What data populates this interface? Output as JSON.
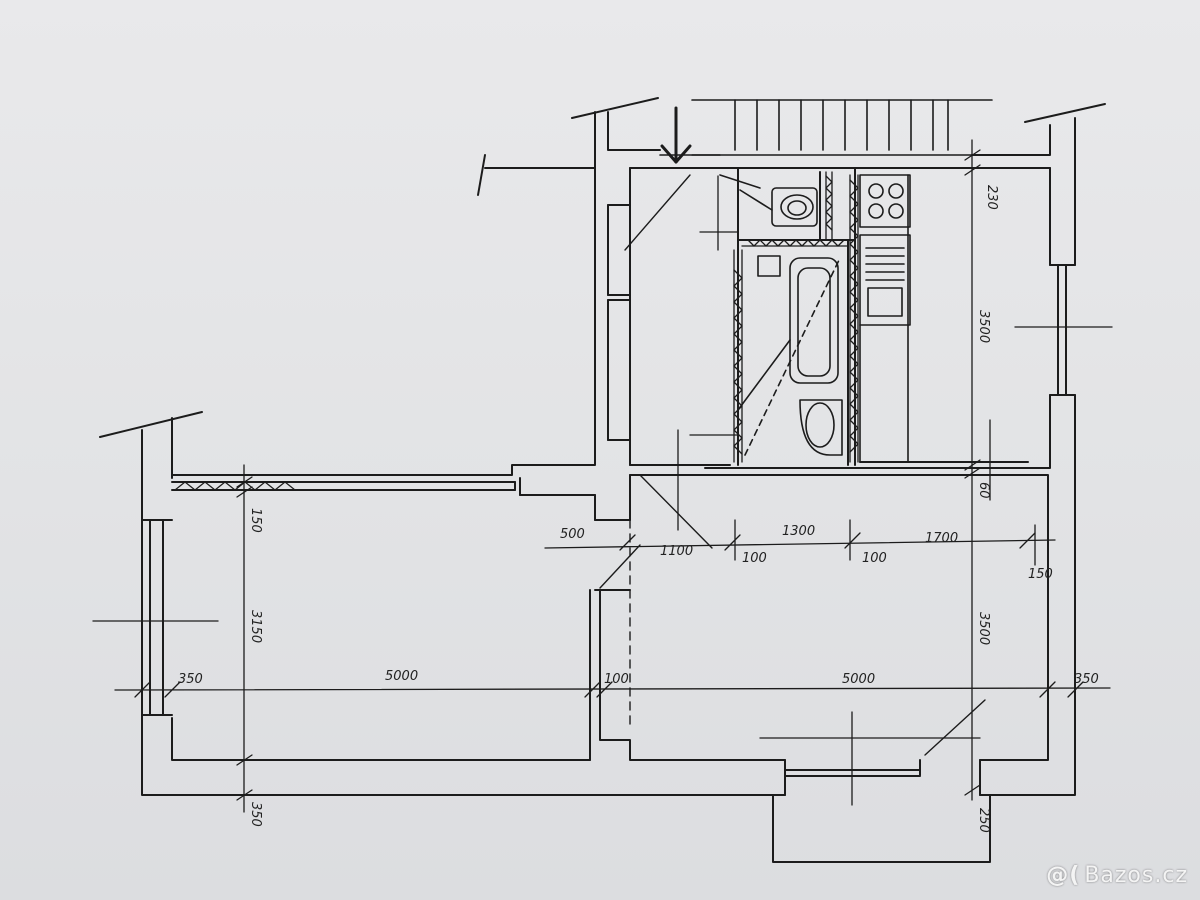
{
  "dimensions": {
    "d_230": "230",
    "d_3500_kitchen": "3500",
    "d_60": "60",
    "d_500": "500",
    "d_1100": "1100",
    "d_100_a": "100",
    "d_1300": "1300",
    "d_100_b": "100",
    "d_1700": "1700",
    "d_150": "150",
    "d_3150": "3150",
    "d_3500_room": "3500",
    "d_150_left": "150",
    "d_350_left": "350",
    "d_5000_left": "5000",
    "d_100_mid": "100",
    "d_5000_right": "5000",
    "d_350_right": "350",
    "d_350_bottom_left": "350",
    "d_250_bottom_right": "250"
  },
  "watermark": {
    "logo": "@(",
    "text": "Bazos.cz"
  },
  "colors": {
    "ink": "#1c1c1c",
    "paper": "#e6e7e9",
    "watermark": "#f4f4f4"
  }
}
